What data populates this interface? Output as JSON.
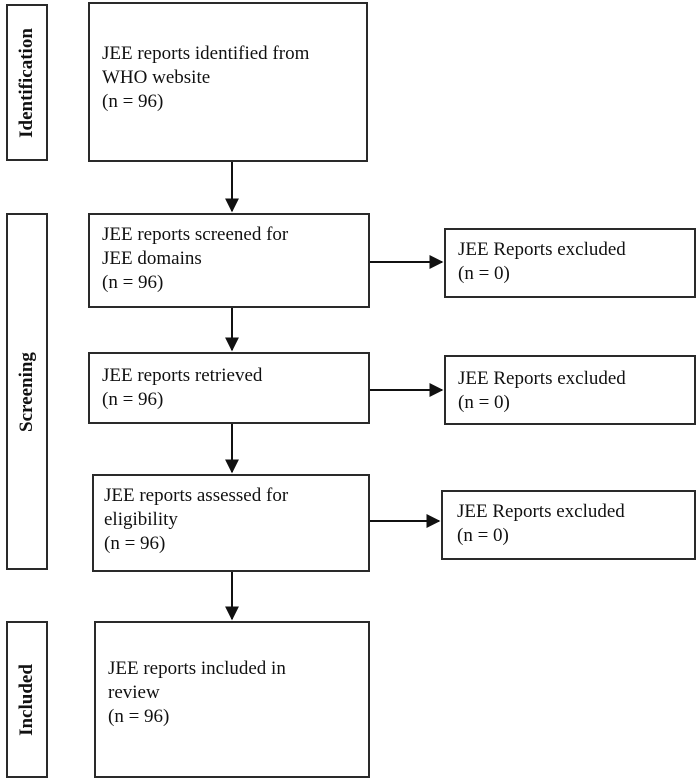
{
  "stages": {
    "identification": "Identification",
    "screening": "Screening",
    "included": "Included"
  },
  "boxes": {
    "identified": [
      "JEE reports identified from",
      "WHO website",
      "(n = 96)"
    ],
    "screened": [
      "JEE reports screened for",
      "JEE domains",
      "(n = 96)"
    ],
    "retrieved": [
      "JEE reports retrieved",
      "(n = 96)"
    ],
    "assessed": [
      "JEE reports assessed for",
      "eligibility",
      "(n = 96)"
    ],
    "included": [
      "JEE reports included in",
      "review",
      "(n = 96)"
    ],
    "excluded_1": [
      "JEE Reports excluded",
      "(n = 0)"
    ],
    "excluded_2": [
      "JEE Reports excluded",
      "(n = 0)"
    ],
    "excluded_3": [
      "JEE Reports excluded",
      "(n = 0)"
    ]
  }
}
